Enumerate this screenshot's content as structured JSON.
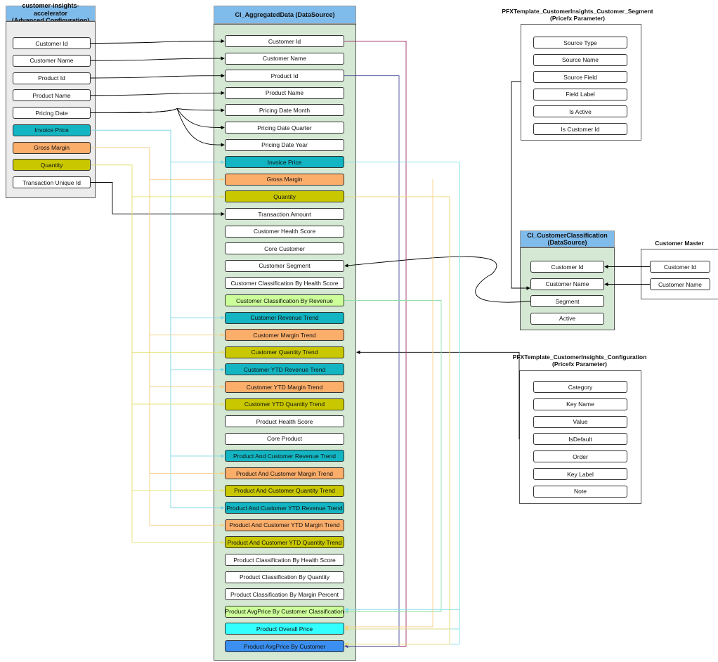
{
  "colors": {
    "default": "#ffffff",
    "teal": "#13b5c2",
    "orange": "#fbad6a",
    "olive": "#c9c800",
    "lightgreen": "#ccff99",
    "cyan": "#33ffff",
    "blue": "#3b8ff0"
  },
  "left_panel": {
    "title": "customer-insights-accelerator\n(Advanced Configuration)",
    "items": [
      {
        "id": "l_cid",
        "label": "Customer Id",
        "color": "default"
      },
      {
        "id": "l_cname",
        "label": "Customer Name",
        "color": "default"
      },
      {
        "id": "l_pid",
        "label": "Product Id",
        "color": "default"
      },
      {
        "id": "l_pname",
        "label": "Product Name",
        "color": "default"
      },
      {
        "id": "l_pdate",
        "label": "Pricing Date",
        "color": "default"
      },
      {
        "id": "l_inv",
        "label": "Invoice Price",
        "color": "teal"
      },
      {
        "id": "l_gm",
        "label": "Gross Margin",
        "color": "orange"
      },
      {
        "id": "l_qty",
        "label": "Quantity",
        "color": "olive"
      },
      {
        "id": "l_tuid",
        "label": "Transaction Unique Id",
        "color": "default"
      }
    ]
  },
  "center_panel": {
    "title": "CI_AggregatedData (DataSource)",
    "items": [
      {
        "id": "c_cid",
        "label": "Customer Id",
        "color": "default"
      },
      {
        "id": "c_cname",
        "label": "Customer Name",
        "color": "default"
      },
      {
        "id": "c_pid",
        "label": "Product Id",
        "color": "default"
      },
      {
        "id": "c_pname",
        "label": "Product Name",
        "color": "default"
      },
      {
        "id": "c_pdm",
        "label": "Pricing Date Month",
        "color": "default"
      },
      {
        "id": "c_pdq",
        "label": "Pricing Date Quarter",
        "color": "default"
      },
      {
        "id": "c_pdy",
        "label": "Pricing Date Year",
        "color": "default"
      },
      {
        "id": "c_inv",
        "label": "Invoice Price",
        "color": "teal"
      },
      {
        "id": "c_gm",
        "label": "Gross Margin",
        "color": "orange"
      },
      {
        "id": "c_qty",
        "label": "Quantity",
        "color": "olive"
      },
      {
        "id": "c_tamt",
        "label": "Transaction Amount",
        "color": "default"
      },
      {
        "id": "c_chs",
        "label": "Customer Health Score",
        "color": "default"
      },
      {
        "id": "c_core",
        "label": "Core Customer",
        "color": "default"
      },
      {
        "id": "c_seg",
        "label": "Customer Segment",
        "color": "default"
      },
      {
        "id": "c_cchs",
        "label": "Customer Classification By Health Score",
        "color": "default"
      },
      {
        "id": "c_ccrev",
        "label": "Customer Classification By Revenue",
        "color": "lightgreen"
      },
      {
        "id": "c_crt",
        "label": "Customer Revenue Trend",
        "color": "teal"
      },
      {
        "id": "c_cmt",
        "label": "Customer Margin Trend",
        "color": "orange"
      },
      {
        "id": "c_cqt",
        "label": "Customer Quantity Trend",
        "color": "olive"
      },
      {
        "id": "c_cyrt",
        "label": "Customer YTD Revenue Trend",
        "color": "teal"
      },
      {
        "id": "c_cymt",
        "label": "Customer YTD Margin Trend",
        "color": "orange"
      },
      {
        "id": "c_cyqt",
        "label": "Customer YTD Quantity Trend",
        "color": "olive"
      },
      {
        "id": "c_phs",
        "label": "Product Health Score",
        "color": "default"
      },
      {
        "id": "c_corep",
        "label": "Core Product",
        "color": "default"
      },
      {
        "id": "c_pcrt",
        "label": "Product And Customer Revenue Trend",
        "color": "teal"
      },
      {
        "id": "c_pcmt",
        "label": "Product And Customer Margin Trend",
        "color": "orange"
      },
      {
        "id": "c_pcqt",
        "label": "Product And Customer Quantity Trend",
        "color": "olive"
      },
      {
        "id": "c_pcyrt",
        "label": "Product And Customer YTD Revenue Trend",
        "color": "teal"
      },
      {
        "id": "c_pcymt",
        "label": "Product And Customer YTD Margin Trend",
        "color": "orange"
      },
      {
        "id": "c_pcyqt",
        "label": "Product And Customer YTD Quantity Trend",
        "color": "olive"
      },
      {
        "id": "c_pchs",
        "label": "Product Classification By Health Score",
        "color": "default"
      },
      {
        "id": "c_pcq",
        "label": "Product Classification By Quantity",
        "color": "default"
      },
      {
        "id": "c_pcmp",
        "label": "Product Classification By Margin Percent",
        "color": "default"
      },
      {
        "id": "c_papcc",
        "label": "Product AvgPrice By Customer Classification",
        "color": "lightgreen"
      },
      {
        "id": "c_pop",
        "label": "Product Overall Price",
        "color": "cyan"
      },
      {
        "id": "c_papc",
        "label": "Product AvgPrice By Customer",
        "color": "blue"
      }
    ]
  },
  "segment_panel": {
    "title": "PFXTemplate_CustomerInsights_Customer_Segment\n(Pricefx Parameter)",
    "items": [
      {
        "id": "s_st",
        "label": "Source Type",
        "color": "default"
      },
      {
        "id": "s_sn",
        "label": "Source Name",
        "color": "default"
      },
      {
        "id": "s_sf",
        "label": "Source Field",
        "color": "default"
      },
      {
        "id": "s_fl",
        "label": "Field Label",
        "color": "default"
      },
      {
        "id": "s_ia",
        "label": "Is Active",
        "color": "default"
      },
      {
        "id": "s_ici",
        "label": "Is Customer Id",
        "color": "default"
      }
    ]
  },
  "classification_panel": {
    "title": "CI_CustomerClassification\n(DataSource)",
    "items": [
      {
        "id": "k_cid",
        "label": "Customer Id",
        "color": "default"
      },
      {
        "id": "k_cname",
        "label": "Customer Name",
        "color": "default"
      },
      {
        "id": "k_seg",
        "label": "Segment",
        "color": "default"
      },
      {
        "id": "k_act",
        "label": "Active",
        "color": "default"
      }
    ]
  },
  "master_panel": {
    "title": "Customer Master",
    "items": [
      {
        "id": "m_cid",
        "label": "Customer Id",
        "color": "default"
      },
      {
        "id": "m_cname",
        "label": "Customer Name",
        "color": "default"
      }
    ]
  },
  "config_panel": {
    "title": "PFXTemplate_CustomerInsights_Configuration\n(Pricefx Parameter)",
    "items": [
      {
        "id": "g_cat",
        "label": "Category",
        "color": "default"
      },
      {
        "id": "g_kn",
        "label": "Key Name",
        "color": "default"
      },
      {
        "id": "g_val",
        "label": "Value",
        "color": "default"
      },
      {
        "id": "g_isd",
        "label": "IsDefault",
        "color": "default"
      },
      {
        "id": "g_ord",
        "label": "Order",
        "color": "default"
      },
      {
        "id": "g_kl",
        "label": "Key Label",
        "color": "default"
      },
      {
        "id": "g_note",
        "label": "Note",
        "color": "default"
      }
    ]
  },
  "edges": [
    {
      "from": "l_cid",
      "to": "c_cid",
      "color": "#000000"
    },
    {
      "from": "l_cname",
      "to": "c_cname",
      "color": "#000000"
    },
    {
      "from": "l_pid",
      "to": "c_pid",
      "color": "#000000"
    },
    {
      "from": "l_pname",
      "to": "c_pname",
      "color": "#000000"
    },
    {
      "from": "l_pdate",
      "to": "c_pdm",
      "color": "#000000"
    },
    {
      "from": "l_pdate",
      "to": "c_pdq",
      "color": "#000000"
    },
    {
      "from": "l_pdate",
      "to": "c_pdy",
      "color": "#000000"
    },
    {
      "from": "l_tuid",
      "to": "c_tamt",
      "color": "#000000"
    },
    {
      "from": "l_inv",
      "to": "c_inv",
      "color": "#7fd8e6"
    },
    {
      "from": "l_gm",
      "to": "c_gm",
      "color": "#f7cf86"
    },
    {
      "from": "l_qty",
      "to": "c_qty",
      "color": "#e3e070"
    },
    {
      "from": "k_seg",
      "to": "c_seg",
      "color": "#000000"
    },
    {
      "from": "m_cid",
      "to": "k_cid",
      "color": "#000000"
    },
    {
      "from": "m_cname",
      "to": "k_cname",
      "color": "#000000"
    },
    {
      "from": "g_note",
      "to": "c_cqt",
      "color": "#000000"
    },
    {
      "from": "s_ici",
      "to": "k_cname",
      "color": "#000000"
    },
    {
      "from": "c_cid",
      "to": "c_papc",
      "color": "#a0306a"
    },
    {
      "from": "c_pid",
      "to": "c_papc",
      "color": "#4a4a9a"
    },
    {
      "from": "c_inv",
      "to": "c_pop",
      "color": "#7fe0ea"
    },
    {
      "from": "c_qty",
      "to": "c_pop",
      "color": "#e8d878"
    },
    {
      "from": "c_ccrev",
      "to": "c_papcc",
      "color": "#8ee0a8"
    }
  ],
  "fanouts": [
    {
      "from": "l_inv",
      "targets": [
        "c_crt",
        "c_cyrt",
        "c_pcrt",
        "c_pcyrt"
      ],
      "color": "#7fd8e6"
    },
    {
      "from": "l_gm",
      "targets": [
        "c_cmt",
        "c_cymt",
        "c_pcmt",
        "c_pcymt"
      ],
      "color": "#f7cf86"
    },
    {
      "from": "l_qty",
      "targets": [
        "c_cqt",
        "c_cyqt",
        "c_pcqt",
        "c_pcyqt"
      ],
      "color": "#e3e070"
    }
  ]
}
